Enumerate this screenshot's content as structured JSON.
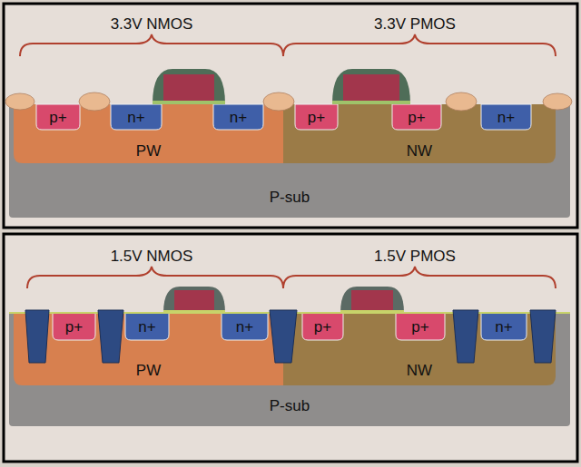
{
  "diagram": {
    "nodes": [
      {
        "text": [
          "P-sub"
        ]
      },
      {
        "text": [
          "PW"
        ],
        "in": 0
      },
      {
        "text": [
          "p+"
        ],
        "in": 1
      },
      {
        "text": [
          "n+"
        ],
        "in": 1
      },
      {
        "text": [
          "n+"
        ],
        "in": 1
      },
      {
        "text": [
          "NW"
        ],
        "in": 0
      },
      {
        "text": [
          "p+"
        ],
        "in": 5
      },
      {
        "text": [
          "p+"
        ],
        "in": 5
      },
      {
        "text": [
          "n+"
        ],
        "in": 5
      },
      {
        "text": [
          "P-sub"
        ]
      },
      {
        "text": [
          "PW"
        ],
        "in": 9
      },
      {
        "text": [
          "p+"
        ],
        "in": 10
      },
      {
        "text": [
          "n+"
        ],
        "in": 10
      },
      {
        "text": [
          "n+"
        ],
        "in": 10
      },
      {
        "text": [
          "NW"
        ],
        "in": 9
      },
      {
        "text": [
          "p+"
        ],
        "in": 14
      },
      {
        "text": [
          "p+"
        ],
        "in": 14
      },
      {
        "text": [
          "n+"
        ],
        "in": 14
      }
    ],
    "labels": [
      "3.3V NMOS",
      "3.3V PMOS",
      "1.5V NMOS",
      "1.5V PMOS"
    ]
  }
}
